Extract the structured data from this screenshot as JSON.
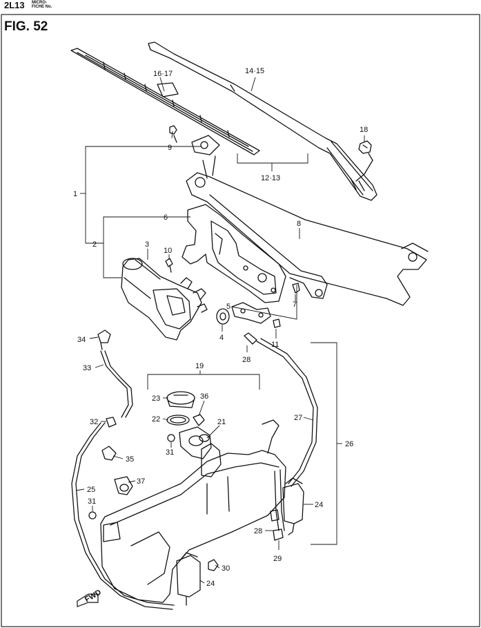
{
  "header": {
    "code": "2L13",
    "micro_line1": "MICRO-",
    "micro_line2": "FICHE No.",
    "figure": "FIG.  52"
  },
  "callouts": [
    {
      "id": "c-16-17",
      "text": "16·17"
    },
    {
      "id": "c-14-15",
      "text": "14·15"
    },
    {
      "id": "c-18",
      "text": "18"
    },
    {
      "id": "c-9",
      "text": "9"
    },
    {
      "id": "c-12-13",
      "text": "12·13"
    },
    {
      "id": "c-1",
      "text": "1"
    },
    {
      "id": "c-6",
      "text": "6"
    },
    {
      "id": "c-8",
      "text": "8"
    },
    {
      "id": "c-2",
      "text": "2"
    },
    {
      "id": "c-3",
      "text": "3"
    },
    {
      "id": "c-10",
      "text": "10"
    },
    {
      "id": "c-7",
      "text": "7"
    },
    {
      "id": "c-5",
      "text": "5"
    },
    {
      "id": "c-4",
      "text": "4"
    },
    {
      "id": "c-11",
      "text": "11"
    },
    {
      "id": "c-34",
      "text": "34"
    },
    {
      "id": "c-28a",
      "text": "28"
    },
    {
      "id": "c-33",
      "text": "33"
    },
    {
      "id": "c-19",
      "text": "19"
    },
    {
      "id": "c-23",
      "text": "23"
    },
    {
      "id": "c-36",
      "text": "36"
    },
    {
      "id": "c-27",
      "text": "27"
    },
    {
      "id": "c-22",
      "text": "22"
    },
    {
      "id": "c-21",
      "text": "21"
    },
    {
      "id": "c-32",
      "text": "32"
    },
    {
      "id": "c-26",
      "text": "26"
    },
    {
      "id": "c-31a",
      "text": "31"
    },
    {
      "id": "c-35",
      "text": "35"
    },
    {
      "id": "c-37",
      "text": "37"
    },
    {
      "id": "c-25",
      "text": "25"
    },
    {
      "id": "c-24a",
      "text": "24"
    },
    {
      "id": "c-31b",
      "text": "31"
    },
    {
      "id": "c-28b",
      "text": "28"
    },
    {
      "id": "c-29",
      "text": "29"
    },
    {
      "id": "c-30",
      "text": "30"
    },
    {
      "id": "c-24b",
      "text": "24"
    }
  ],
  "fwd_mark": "FWD"
}
